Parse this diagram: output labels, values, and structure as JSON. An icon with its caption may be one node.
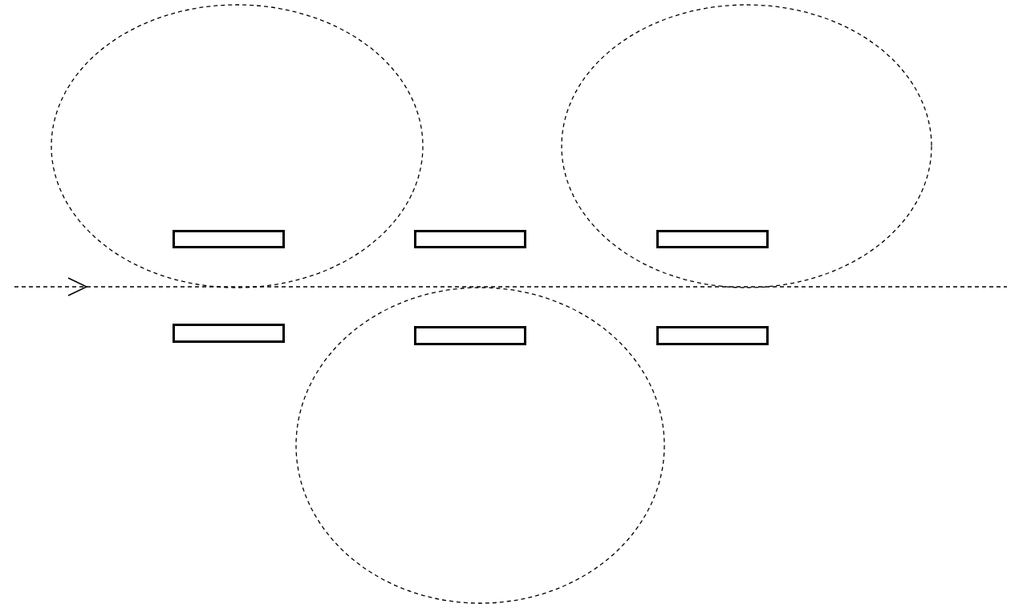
{
  "diagram": {
    "nodes": [
      {
        "text": [],
        "shape": "circle"
      },
      {
        "text": [],
        "shape": "circle"
      },
      {
        "text": [],
        "shape": "bar",
        "in": 0
      },
      {
        "text": [],
        "shape": "bar"
      },
      {
        "text": [],
        "shape": "bar",
        "in": 1
      },
      {
        "text": [],
        "shape": "circle"
      },
      {
        "text": [],
        "shape": "bar"
      },
      {
        "text": [],
        "shape": "bar",
        "in": 5
      },
      {
        "text": [],
        "shape": "bar"
      }
    ]
  }
}
